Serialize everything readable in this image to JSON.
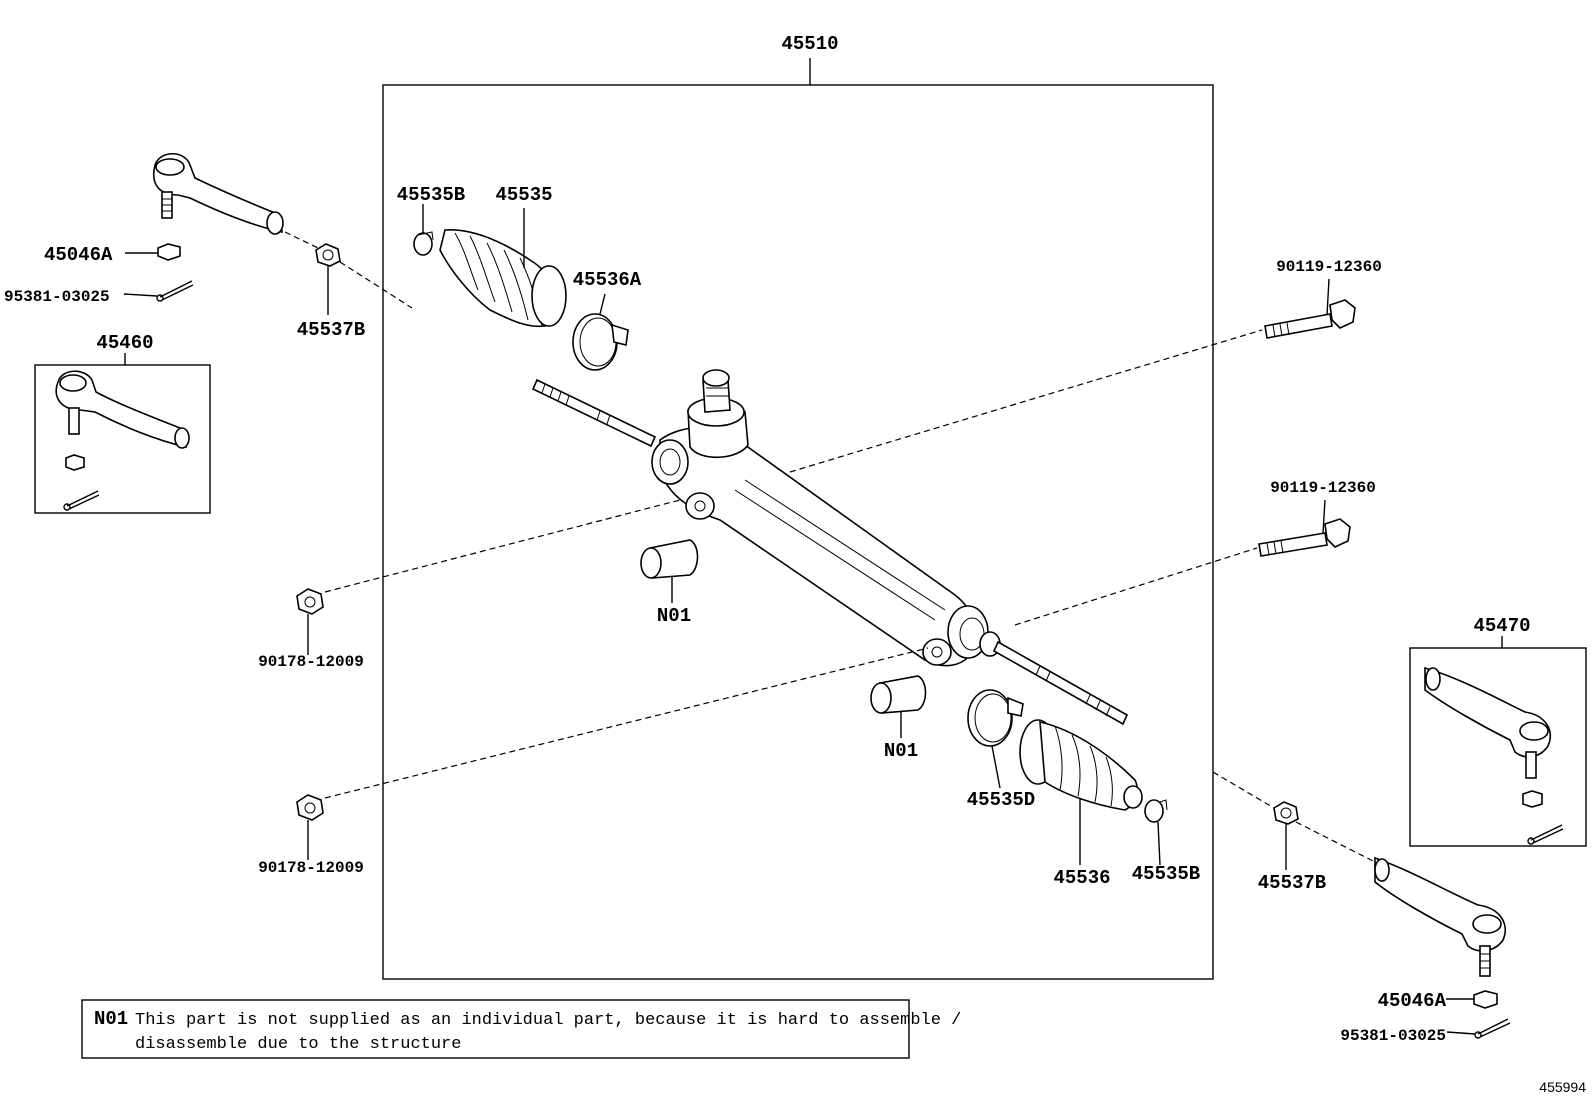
{
  "labels": {
    "assembly": "45510",
    "boot_clamp_left": "45535B",
    "boot_left": "45535",
    "clamp_left": "45536A",
    "tie_rod_nut_left": "45046A",
    "cotter_pin_left": "95381-03025",
    "lock_nut_left": "45537B",
    "tie_rod_end_left_kit": "45460",
    "bolt_upper": "90119-12360",
    "bolt_lower": "90119-12360",
    "nut_upper": "90178-12009",
    "nut_lower": "90178-12009",
    "bushing_upper": "N01",
    "bushing_lower": "N01",
    "clamp_right": "45535D",
    "boot_right": "45536",
    "boot_clamp_right": "45535B",
    "lock_nut_right": "45537B",
    "tie_rod_end_right_kit": "45470",
    "tie_rod_nut_right": "45046A",
    "cotter_pin_right": "95381-03025"
  },
  "note": {
    "code": "N01",
    "line1": "This part is not supplied as an individual part, because it is hard to assemble /",
    "line2": "disassemble due to the structure"
  },
  "figure_ref": "455994"
}
